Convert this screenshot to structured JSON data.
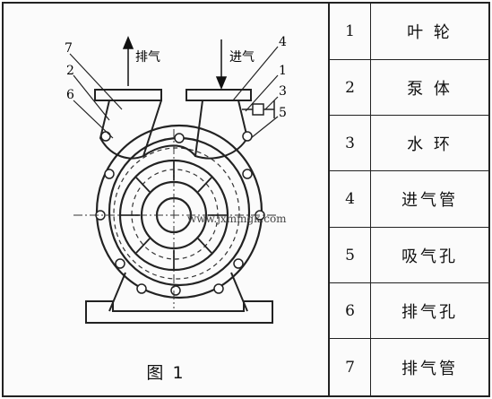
{
  "figure": {
    "caption": "图 1",
    "labels": {
      "exhaust_direction": "排气",
      "intake_direction": "进气",
      "callouts": [
        "7",
        "2",
        "6",
        "4",
        "1",
        "3",
        "5"
      ]
    },
    "watermark": "www.jxmmgk.com"
  },
  "legend": {
    "rows": [
      {
        "num": "1",
        "name": "叶 轮"
      },
      {
        "num": "2",
        "name": "泵 体"
      },
      {
        "num": "3",
        "name": "水 环"
      },
      {
        "num": "4",
        "name": "进气管"
      },
      {
        "num": "5",
        "name": "吸气孔"
      },
      {
        "num": "6",
        "name": "排气孔"
      },
      {
        "num": "7",
        "name": "排气管"
      }
    ]
  }
}
